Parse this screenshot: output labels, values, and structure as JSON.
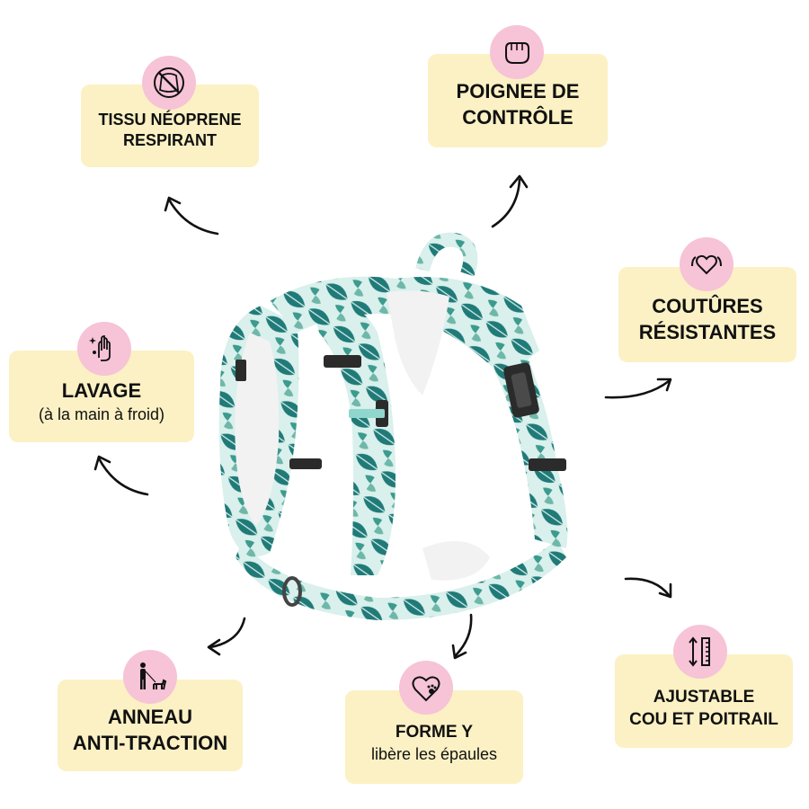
{
  "features": {
    "neoprene": {
      "line1": "TISSU NÉOPRENE",
      "line2": "RESPIRANT",
      "icon": "no-leather-icon"
    },
    "handle": {
      "line1": "POIGNEE DE",
      "line2": "CONTRÔLE",
      "icon": "fist-icon"
    },
    "seams": {
      "line1": "COUTÛRES",
      "line2": "RÉSISTANTES",
      "icon": "strong-heart-icon"
    },
    "washing": {
      "line1": "LAVAGE",
      "line2": "(à la main à froid)",
      "icon": "hand-wash-icon"
    },
    "ring": {
      "line1": "ANNEAU",
      "line2": "ANTI-TRACTION",
      "icon": "person-walking-dog-icon"
    },
    "yshape": {
      "line1": "FORME Y",
      "line2": "libère les épaules",
      "icon": "heart-paw-icon"
    },
    "adjustable": {
      "line1": "AJUSTABLE",
      "line2": "COU ET POITRAIL",
      "icon": "ruler-icon"
    }
  },
  "colors": {
    "card": "#fbf1c4",
    "badge": "#f7c3d6",
    "harness_teal": "#1f7a78",
    "harness_light": "#d9f0ec",
    "padding": "#f2f2f2"
  }
}
